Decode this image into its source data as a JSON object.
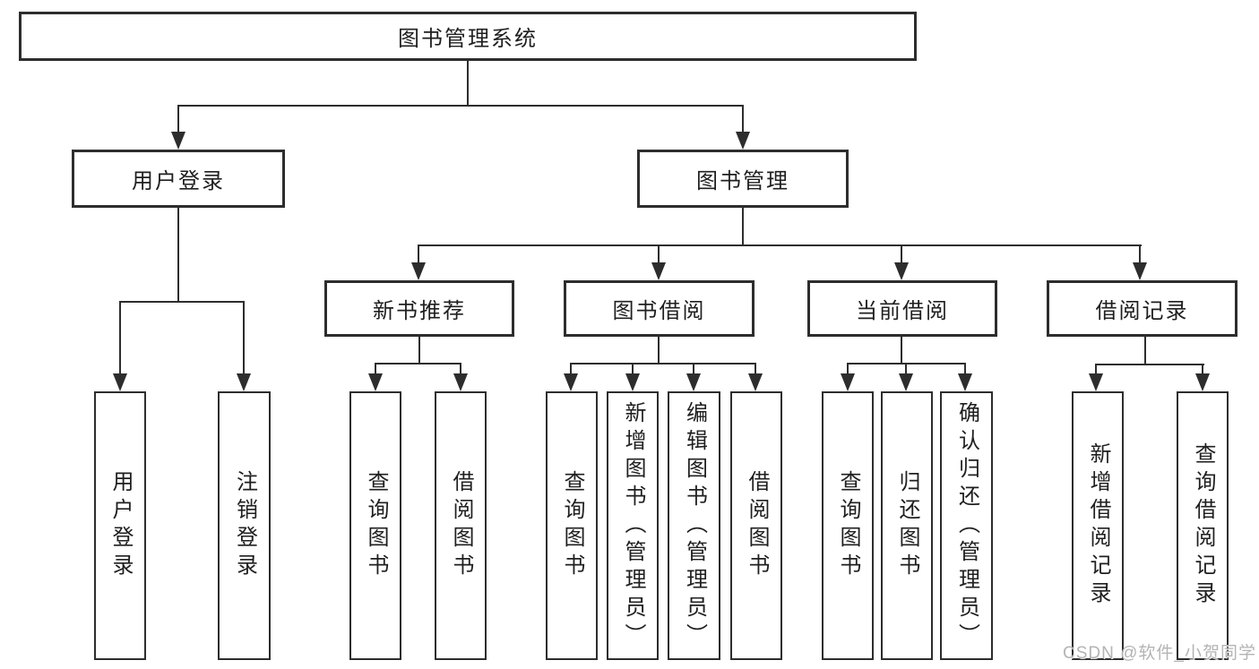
{
  "tree": {
    "root": {
      "label": "图书管理系统"
    },
    "branches": [
      {
        "label": "用户登录",
        "children": [
          {
            "label": "用户登录"
          },
          {
            "label": "注销登录"
          }
        ]
      },
      {
        "label": "图书管理",
        "children": [
          {
            "label": "新书推荐",
            "children": [
              {
                "label": "查询图书"
              },
              {
                "label": "借阅图书"
              }
            ]
          },
          {
            "label": "图书借阅",
            "children": [
              {
                "label": "查询图书"
              },
              {
                "label": "新增图书（管理员）"
              },
              {
                "label": "编辑图书（管理员）"
              },
              {
                "label": "借阅图书"
              }
            ]
          },
          {
            "label": "当前借阅",
            "children": [
              {
                "label": "查询图书"
              },
              {
                "label": "归还图书"
              },
              {
                "label": "确认归还（管理员）"
              }
            ]
          },
          {
            "label": "借阅记录",
            "children": [
              {
                "label": "新增借阅记录"
              },
              {
                "label": "查询借阅记录"
              }
            ]
          }
        ]
      }
    ]
  },
  "watermark": {
    "text": "CSDN @软件_小贺同学"
  },
  "colors": {
    "line": "#2d2d2d",
    "text": "#1f1f1f",
    "watermark": "#b5b3b3",
    "background": "#ffffff"
  }
}
